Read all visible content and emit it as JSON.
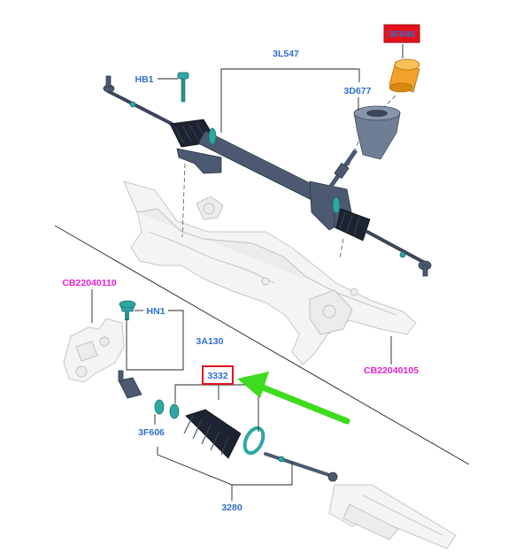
{
  "labels": {
    "part_3f840": "3F840",
    "part_3l547": "3L547",
    "part_hb1": "HB1",
    "part_3d677": "3D677",
    "part_cb22040110": "CB22040110",
    "part_hn1": "HN1",
    "part_3a130": "3A130",
    "part_3332": "3332",
    "part_3f606": "3F606",
    "part_3280": "3280",
    "part_cb22040105": "CB22040105"
  },
  "colors": {
    "part_label": "#2f6fce",
    "ref_label": "#e41fd0",
    "highlight_box": "#e3121b",
    "arrow": "#3ddc1e",
    "teal_parts": "#2fa7a2",
    "steel": "#4b5a70",
    "reservoir": "#f2a12a"
  }
}
